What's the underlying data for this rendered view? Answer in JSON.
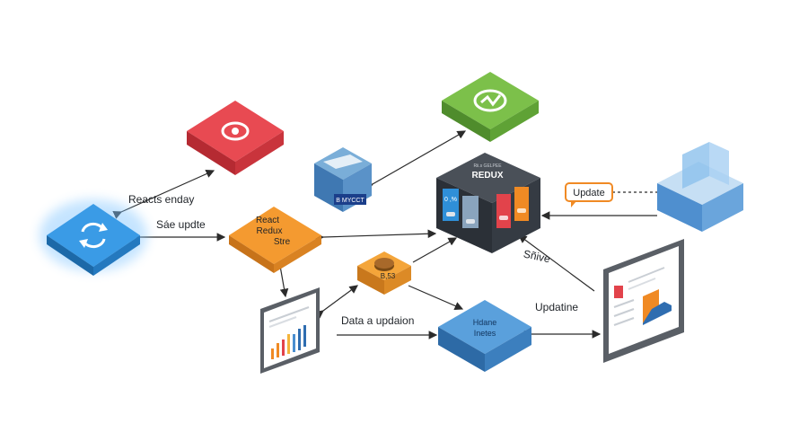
{
  "labels": {
    "reacts_enday": "Reacts enday",
    "save_update": "Sáe updte",
    "data_update": "Data a updaion",
    "update_right": "Updatine",
    "sive": "Sñive",
    "update_bubble": "Update"
  },
  "nodes": {
    "redux_store": {
      "line1": "React",
      "line2": "Redux",
      "line3": "Stre"
    },
    "redux_cube": {
      "title": "REDUX",
      "meta": "Rii.s GELPEE",
      "slot1": "0 ,%"
    },
    "small_box": {
      "label": "B MYCCT"
    },
    "database": {
      "label": "B,53"
    },
    "blue_tile": {
      "line1": "Hdane",
      "line2": "Inetes"
    }
  },
  "colors": {
    "react_blue": "#2f8fd8",
    "red": "#e2434b",
    "green": "#6cb33f",
    "orange": "#f0902a",
    "slate": "#3a4048",
    "tile_blue": "#4a8ed0"
  },
  "icons": {
    "blue_node": "refresh-icon",
    "red_node": "cycle-icon",
    "green_node": "sync-check-icon",
    "clipboard": "clipboard-icon"
  }
}
